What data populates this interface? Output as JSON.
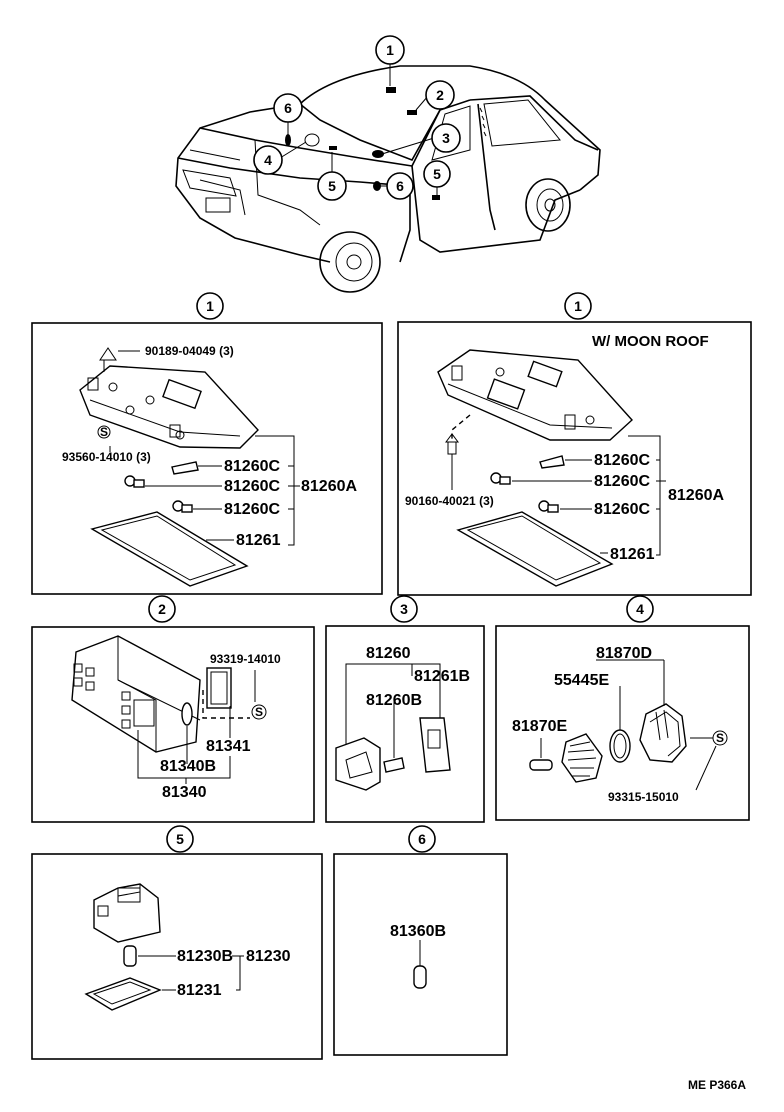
{
  "overview_callouts": [
    "1",
    "2",
    "3",
    "4",
    "5",
    "6",
    "5",
    "6"
  ],
  "panel_labels": [
    "1",
    "1",
    "2",
    "3",
    "4",
    "5",
    "6"
  ],
  "panel1": {
    "screw": "90189-04049 (3)",
    "clip": "93560-14010 (3)",
    "bulb_a": "81260C",
    "bulb_b": "81260C",
    "bulb_c": "81260C",
    "assy": "81260A",
    "lens": "81261"
  },
  "panel1b": {
    "header": "W/ MOON  ROOF",
    "screw": "90160-40021 (3)",
    "bulb_a": "81260C",
    "bulb_b": "81260C",
    "bulb_c": "81260C",
    "assy": "81260A",
    "lens": "81261"
  },
  "panel2": {
    "screw": "93319-14010",
    "lens": "81341",
    "bulb": "81340B",
    "assy": "81340"
  },
  "panel3": {
    "assy": "81260",
    "lens": "81261B",
    "bulb": "81260B"
  },
  "panel4": {
    "assy": "81870D",
    "ring": "55445E",
    "bulb": "81870E",
    "screw": "93315-15010"
  },
  "panel5": {
    "bulb": "81230B",
    "assy": "81230",
    "lens": "81231"
  },
  "panel6": {
    "bulb": "81360B"
  },
  "footer": "ME  P366A"
}
